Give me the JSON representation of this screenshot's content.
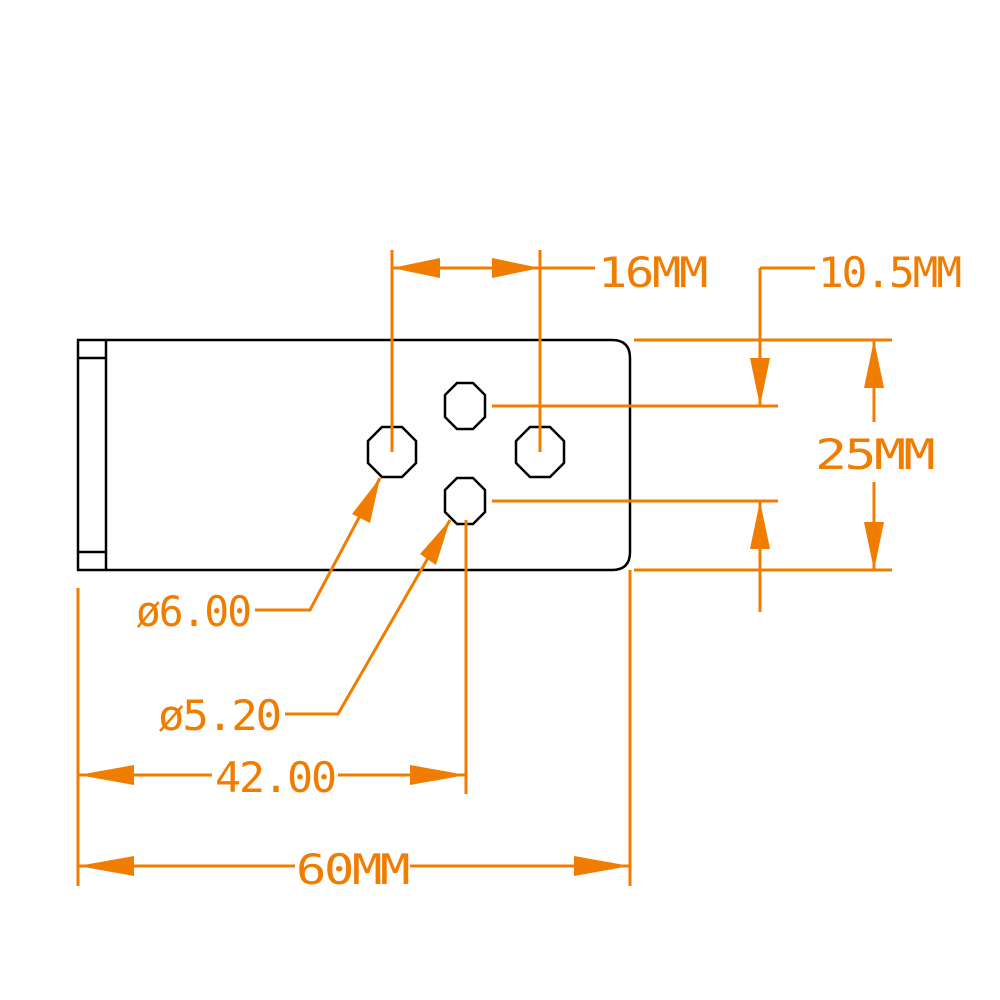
{
  "colors": {
    "part": "#000000",
    "dimension": "#f07c00",
    "background": "#ffffff"
  },
  "dimensions": {
    "hole_spacing": "16MM",
    "hole_offset": "10.5MM",
    "height": "25MM",
    "large_hole_diameter": "ø6.00",
    "small_hole_diameter": "ø5.20",
    "hole_position": "42.00",
    "overall_length": "60MM"
  }
}
